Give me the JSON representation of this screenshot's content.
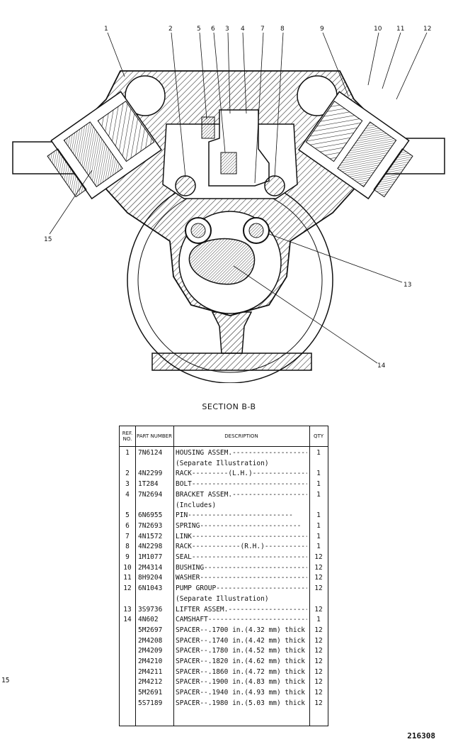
{
  "callouts": [
    "1",
    "2",
    "5",
    "6",
    "3",
    "4",
    "7",
    "8",
    "9",
    "10",
    "11",
    "12",
    "13",
    "14",
    "15"
  ],
  "section_title": "SECTION B-B",
  "table": {
    "headers": {
      "ref": "REF. NO.",
      "part": "PART NUMBER",
      "description": "DESCRIPTION",
      "qty": "QTY"
    },
    "rows": [
      {
        "ref": "1",
        "part": "7N6124",
        "desc": "HOUSING ASSEM.-------------------",
        "qty": "1"
      },
      {
        "ref": "",
        "part": "",
        "desc": "      (Separate Illustration)",
        "qty": ""
      },
      {
        "ref": "2",
        "part": "4N2299",
        "desc": "RACK---------(L.H.)----------------",
        "qty": "1"
      },
      {
        "ref": "3",
        "part": "1T284",
        "desc": "BOLT-------------------------------",
        "qty": "1"
      },
      {
        "ref": "4",
        "part": "7N2694",
        "desc": "BRACKET ASSEM.--------------------",
        "qty": "1"
      },
      {
        "ref": "",
        "part": "",
        "desc": "    (Includes)",
        "qty": ""
      },
      {
        "ref": "5",
        "part": "6N6955",
        "desc": "   PIN--------------------------",
        "qty": "1"
      },
      {
        "ref": "6",
        "part": "7N2693",
        "desc": "   SPRING-------------------------",
        "qty": "1"
      },
      {
        "ref": "7",
        "part": "4N1572",
        "desc": "LINK------------------------------",
        "qty": "1"
      },
      {
        "ref": "8",
        "part": "4N2298",
        "desc": "RACK------------(R.H.)------------",
        "qty": "1"
      },
      {
        "ref": "9",
        "part": "1M1077",
        "desc": "SEAL------------------------------",
        "qty": "12"
      },
      {
        "ref": "10",
        "part": "2M4314",
        "desc": "BUSHING---------------------------",
        "qty": "12"
      },
      {
        "ref": "11",
        "part": "8H9204",
        "desc": "WASHER----------------------------",
        "qty": "12"
      },
      {
        "ref": "12",
        "part": "6N1043",
        "desc": "PUMP GROUP------------------------",
        "qty": "12"
      },
      {
        "ref": "",
        "part": "",
        "desc": "      (Separate Illustration)",
        "qty": ""
      },
      {
        "ref": "13",
        "part": "3S9736",
        "desc": "LIFTER ASSEM.--------------------",
        "qty": "12"
      },
      {
        "ref": "14",
        "part": "4N602",
        "desc": "CAMSHAFT--------------------------",
        "qty": "1"
      },
      {
        "ref": "",
        "part": "5M2697",
        "desc": "SPACER--.1700 in.(4.32 mm) thick",
        "qty": "12"
      },
      {
        "ref": "",
        "part": "2M4208",
        "desc": "SPACER--.1740 in.(4.42 mm) thick",
        "qty": "12"
      },
      {
        "ref": "",
        "part": "2M4209",
        "desc": "SPACER--.1780 in.(4.52 mm) thick",
        "qty": "12"
      },
      {
        "ref": "",
        "part": "2M4210",
        "desc": "SPACER--.1820 in.(4.62 mm) thick",
        "qty": "12"
      },
      {
        "ref": "",
        "part": "2M4211",
        "desc": "SPACER--.1860 in.(4.72 mm) thick",
        "qty": "12"
      },
      {
        "ref": "",
        "part": "2M4212",
        "desc": "SPACER--.1900 in.(4.83 mm) thick",
        "qty": "12"
      },
      {
        "ref": "",
        "part": "5M2691",
        "desc": "SPACER--.1940 in.(4.93 mm) thick",
        "qty": "12"
      },
      {
        "ref": "",
        "part": "5S7189",
        "desc": "SPACER--.1980 in.(5.03 mm) thick",
        "qty": "12"
      }
    ],
    "brace_ref": "15"
  },
  "drawing_number": "216308"
}
